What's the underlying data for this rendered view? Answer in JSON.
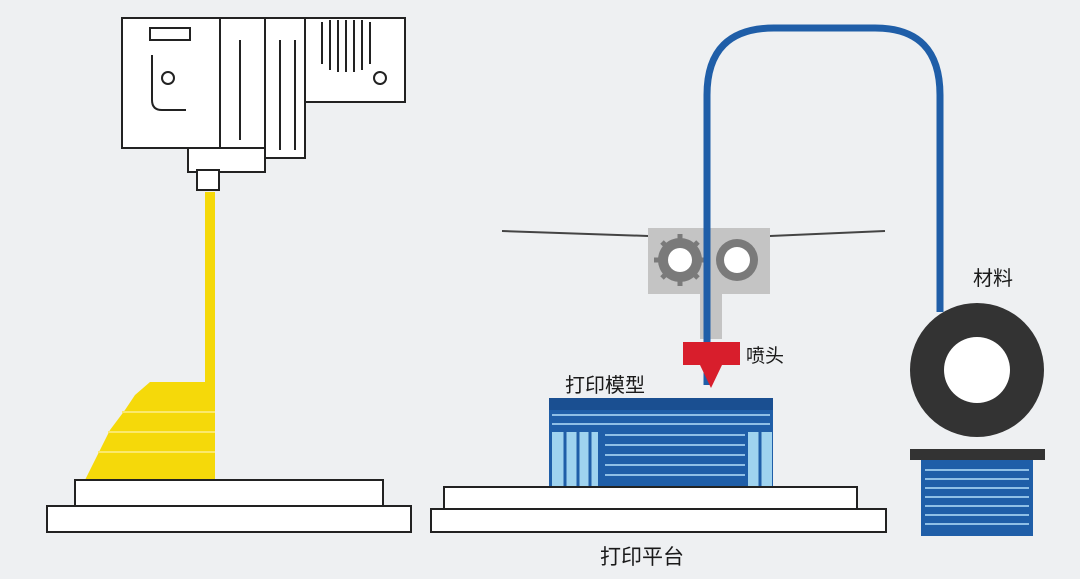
{
  "labels": {
    "nozzle": "喷头",
    "print_model": "打印模型",
    "material": "材料",
    "print_platform": "打印平台"
  },
  "colors": {
    "background": "#eef0f2",
    "laser_yellow": "#f5d90a",
    "filament_blue": "#1f5ea8",
    "nozzle_red": "#d81e2c",
    "layer_light_blue": "#9fd3ef",
    "extruder_gray": "#c4c4c4",
    "spool_dark": "#333333"
  },
  "icons": {
    "left_machine": "light-projector-icon",
    "gears": "gear-icon"
  }
}
